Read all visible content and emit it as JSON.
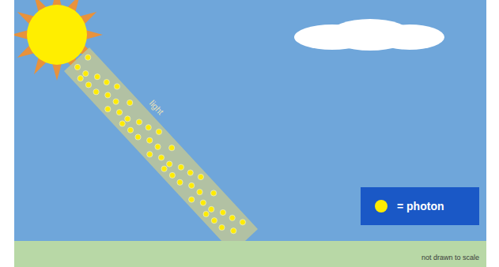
{
  "diagram": {
    "labels": [
      "light",
      "not drawn to scale"
    ],
    "legend": [
      {
        "text": "= photon",
        "color": "#ffec00"
      }
    ]
  }
}
